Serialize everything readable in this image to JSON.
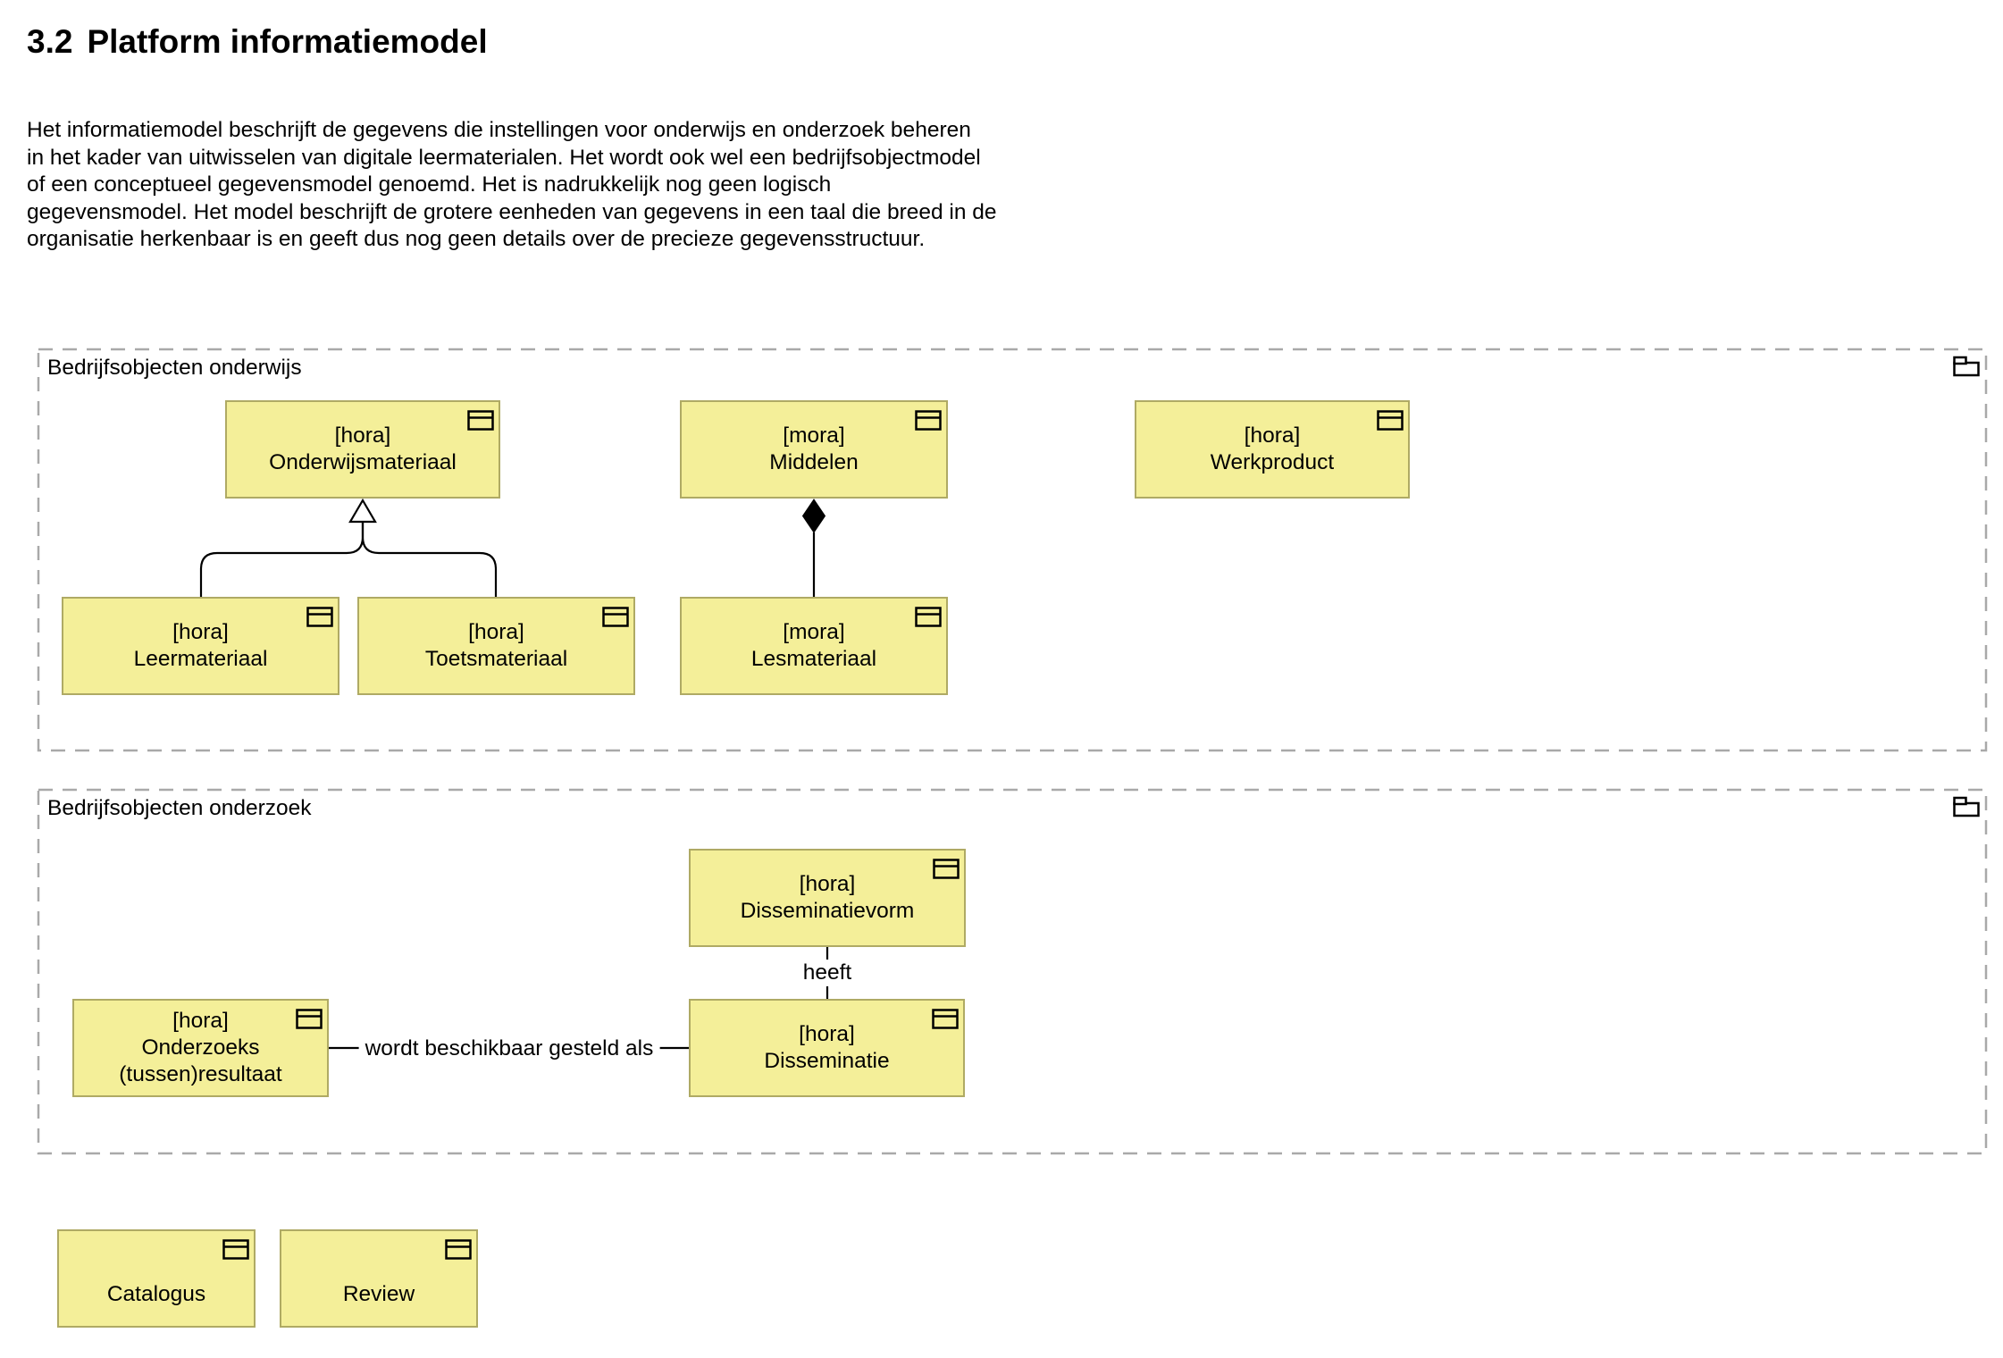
{
  "page": {
    "heading_number": "3.2",
    "heading_title": "Platform informatiemodel",
    "paragraph_lines": [
      "Het informatiemodel beschrijft de gegevens die instellingen voor onderwijs en onderzoek beheren",
      "in het kader van uitwisselen van digitale leermaterialen. Het wordt ook wel een bedrijfsobjectmodel",
      "of een conceptueel gegevensmodel genoemd. Het is nadrukkelijk nog geen logisch",
      "gegevensmodel. Het model beschrijft de grotere eenheden van gegevens in een taal die breed in de",
      "organisatie herkenbaar is en geeft dus nog geen details over de precieze gegevensstructuur."
    ]
  },
  "diagram": {
    "group_onderwijs": {
      "title": "Bedrijfsobjecten onderwijs",
      "boxes": {
        "onderwijsmateriaal": {
          "tag": "[hora]",
          "name": "Onderwijsmateriaal"
        },
        "middelen": {
          "tag": "[mora]",
          "name": "Middelen"
        },
        "werkproduct": {
          "tag": "[hora]",
          "name": "Werkproduct"
        },
        "leermateriaal": {
          "tag": "[hora]",
          "name": "Leermateriaal"
        },
        "toetsmateriaal": {
          "tag": "[hora]",
          "name": "Toetsmateriaal"
        },
        "lesmateriaal": {
          "tag": "[mora]",
          "name": "Lesmateriaal"
        }
      }
    },
    "group_onderzoek": {
      "title": "Bedrijfsobjecten onderzoek",
      "boxes": {
        "disseminatievorm": {
          "tag": "[hora]",
          "name": "Disseminatievorm"
        },
        "onderzoeksresultaat": {
          "tag": "[hora]",
          "name": "Onderzoeks\n(tussen)resultaat"
        },
        "disseminatie": {
          "tag": "[hora]",
          "name": "Disseminatie"
        }
      },
      "relations": {
        "heeft_label": "heeft",
        "wordt_label": "wordt beschikbaar gesteld als"
      }
    },
    "standalone_boxes": {
      "catalogus": {
        "name": "Catalogus"
      },
      "review": {
        "name": "Review"
      }
    },
    "icons": {
      "business_object": "business-object-icon",
      "group_folder": "folder-icon"
    }
  },
  "colors": {
    "box_fill": "#f4ef99",
    "box_border": "#afaa64",
    "group_border": "#a9a9a9",
    "connector": "#000000",
    "label_text": "#000000"
  }
}
